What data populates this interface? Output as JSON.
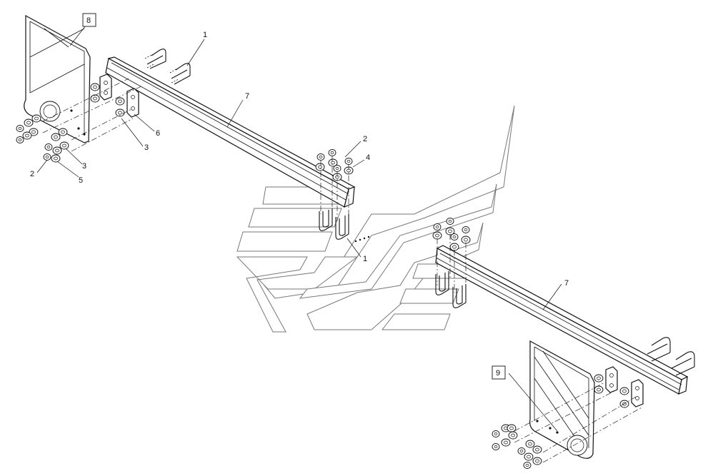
{
  "callouts": {
    "c1_top": "1",
    "c1_mid": "1",
    "c2_left": "2",
    "c2_mid": "2",
    "c3_a": "3",
    "c3_b": "3",
    "c4": "4",
    "c5": "5",
    "c6": "6",
    "c7_top": "7",
    "c7_right": "7",
    "c8": "8",
    "c9": "9"
  }
}
